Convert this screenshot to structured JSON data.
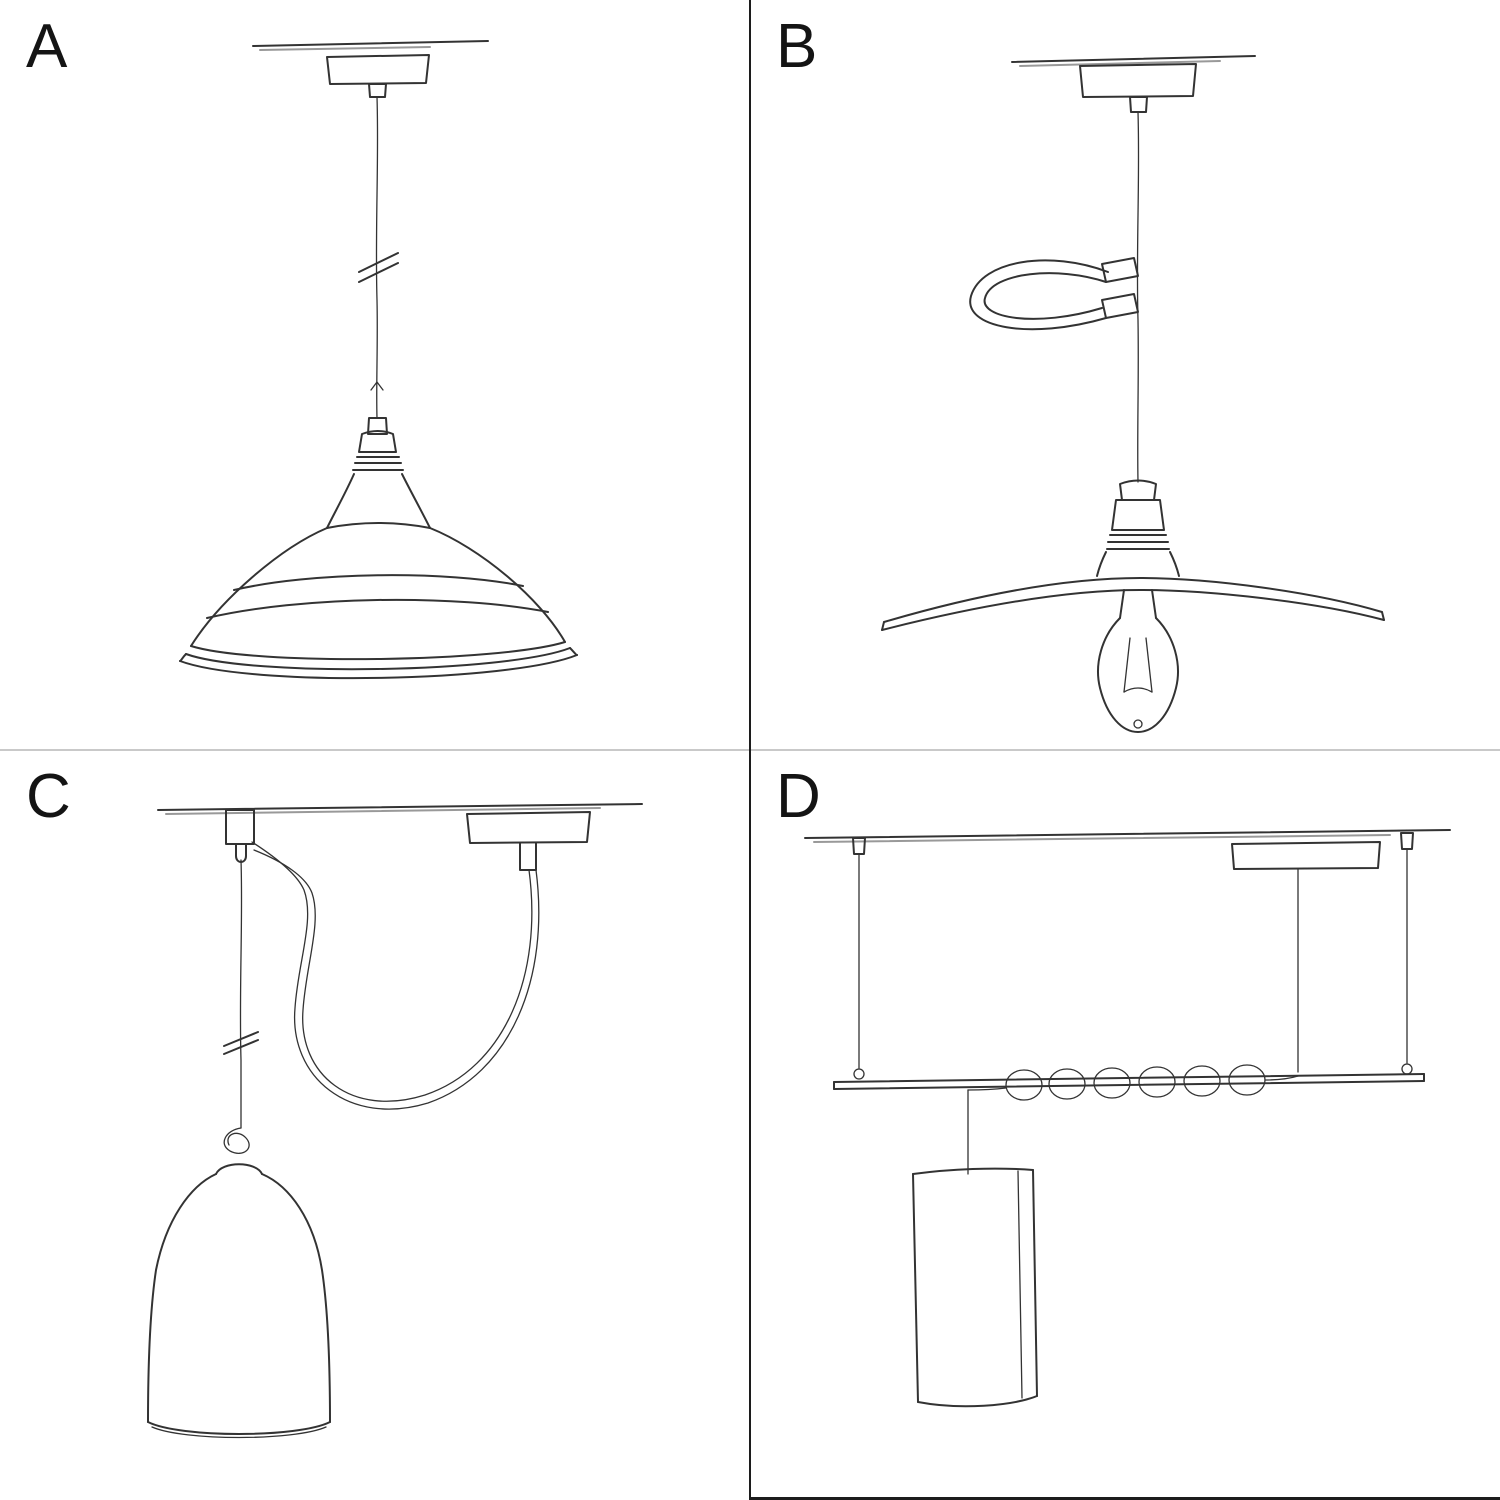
{
  "page": {
    "background_color": "#ffffff",
    "ink_color": "#333333",
    "divider_vertical_color": "#1c1c1c",
    "divider_horizontal_color": "#c9c9c9"
  },
  "panels": [
    {
      "label": "A",
      "sketch": "pendant-straight-drop-with-industrial-bowl-shade"
    },
    {
      "label": "B",
      "sketch": "pendant-with-swag-hook-and-flat-plate-shade-exposed-bulb"
    },
    {
      "label": "C",
      "sketch": "swag-pendant-over-wall-hook-with-bell-shade"
    },
    {
      "label": "D",
      "sketch": "pendant-bar-suspension-with-coiled-cable-and-tube-shade"
    }
  ]
}
